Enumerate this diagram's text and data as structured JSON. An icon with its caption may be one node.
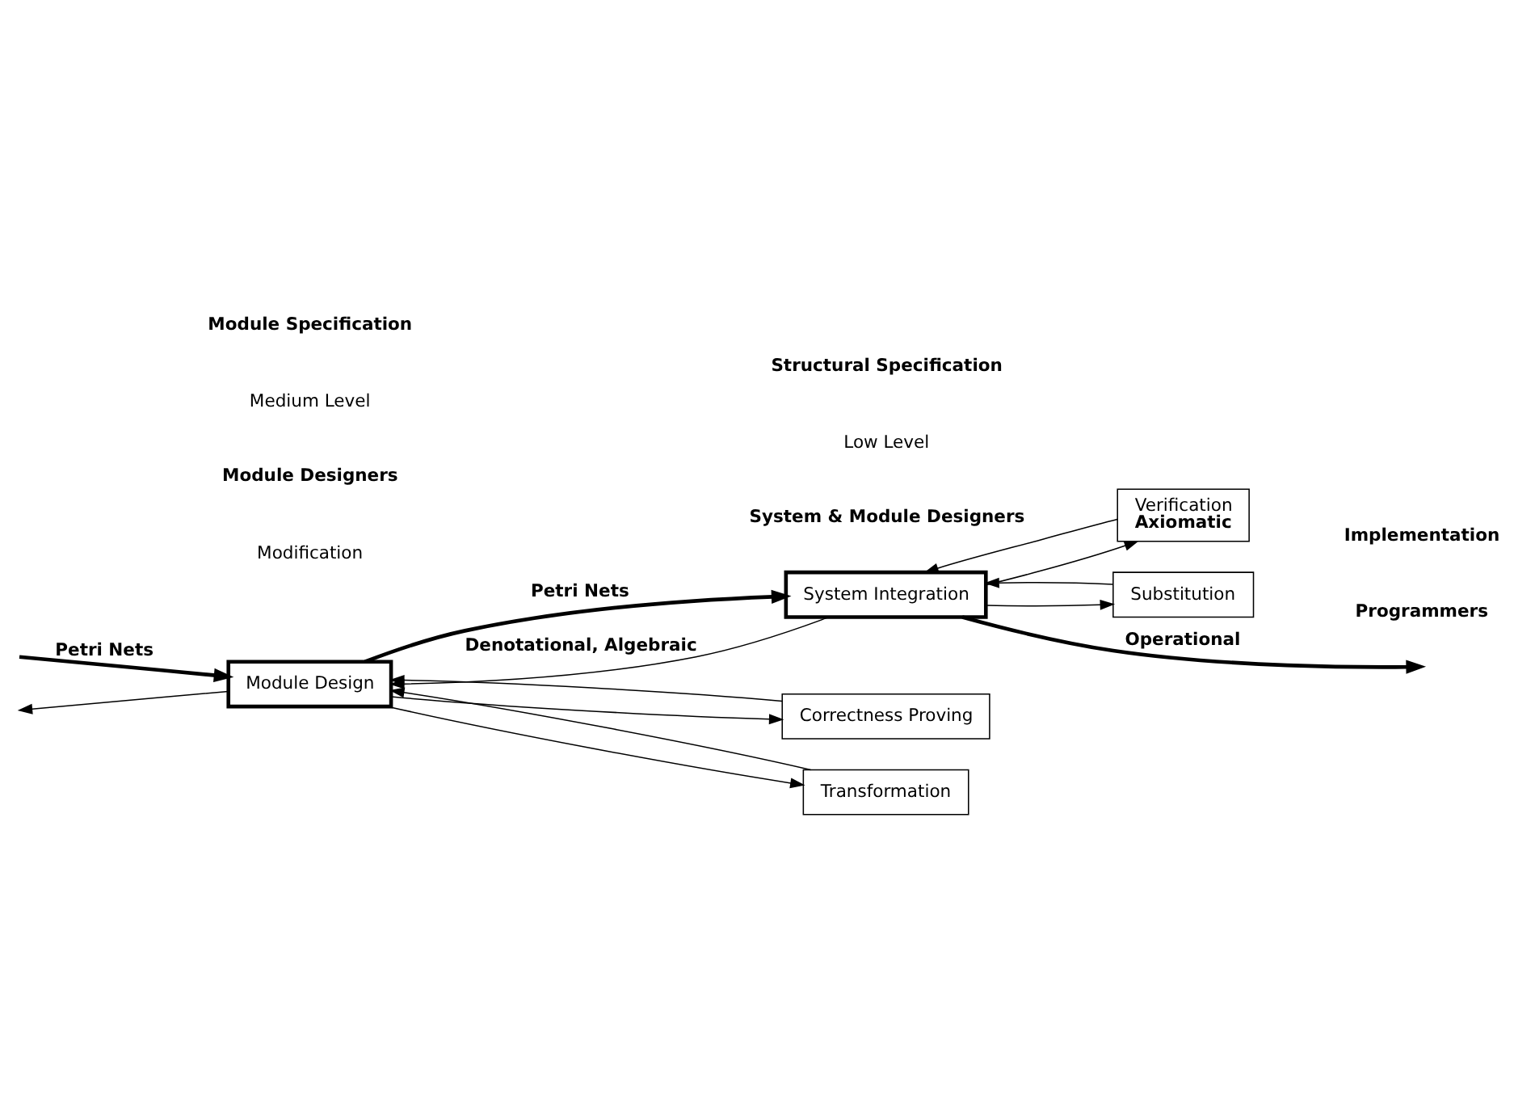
{
  "diagram": {
    "nodes": [
      {
        "text": [
          "Module Design"
        ]
      },
      {
        "text": [
          "Correctness Proving"
        ]
      },
      {
        "text": [
          "Transformation"
        ]
      },
      {
        "text": [
          "System Integration"
        ]
      },
      {
        "text": [
          "Verification",
          "Axiomatic"
        ]
      },
      {
        "text": [
          "Substitution"
        ]
      }
    ],
    "edges": [
      {
        "from": null,
        "to": 0,
        "arrow": "to",
        "label": "Petri Nets",
        "style": "thick"
      },
      {
        "from": 0,
        "to": 3,
        "arrow": "to",
        "label": "Petri Nets",
        "style": "thick"
      },
      {
        "from": 3,
        "to": null,
        "arrow": "to",
        "label": "Operational",
        "style": "thick"
      },
      {
        "from": 3,
        "to": 0,
        "arrow": "to",
        "label": "Denotational, Algebraic"
      },
      {
        "from": 0,
        "to": null,
        "arrow": "to"
      },
      {
        "from": 0,
        "to": 1,
        "arrow": "to"
      },
      {
        "from": 0,
        "to": 2,
        "arrow": "to"
      },
      {
        "from": 1,
        "to": 0,
        "arrow": "to"
      },
      {
        "from": 2,
        "to": 0,
        "arrow": "to"
      },
      {
        "from": 3,
        "to": 4,
        "arrow": "to"
      },
      {
        "from": 3,
        "to": 5,
        "arrow": "to"
      },
      {
        "from": 4,
        "to": 3,
        "arrow": "to"
      },
      {
        "from": 5,
        "to": 3,
        "arrow": "to"
      }
    ],
    "labels": [
      "Module Designers",
      "System & Module Designers",
      "Programmers",
      "Modification",
      "Medium Level",
      "Module Specification",
      "Low Level",
      "Structural Specification",
      "Implementation"
    ]
  }
}
